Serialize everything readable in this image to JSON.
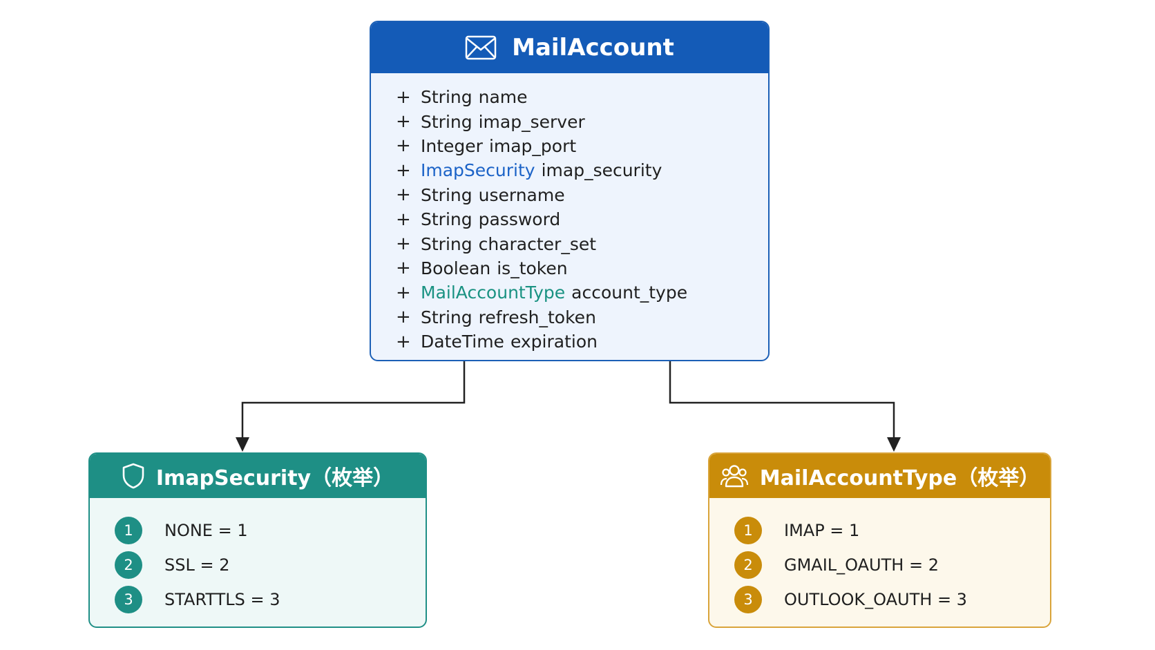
{
  "colors": {
    "main_header": "#145bb7",
    "main_border": "#1b5fb6",
    "main_body": "#eef4fd",
    "type_blue": "#1c63c7",
    "type_teal": "#1a9282",
    "left_header": "#1e8f85",
    "left_body": "#eef8f7",
    "right_header": "#c98c0a",
    "right_body": "#fdf8eb",
    "connector": "#222222"
  },
  "main_class": {
    "icon": "envelope-icon",
    "title": "MailAccount",
    "fields": [
      {
        "marker": "+",
        "type": "String",
        "name": "name",
        "style": "plain"
      },
      {
        "marker": "+",
        "type": "String",
        "name": "imap_server",
        "style": "plain"
      },
      {
        "marker": "+",
        "type": "Integer",
        "name": "imap_port",
        "style": "plain"
      },
      {
        "marker": "+",
        "type": "ImapSecurity",
        "name": "imap_security",
        "style": "blue"
      },
      {
        "marker": "+",
        "type": "String",
        "name": "username",
        "style": "plain"
      },
      {
        "marker": "+",
        "type": "String",
        "name": "password",
        "style": "plain"
      },
      {
        "marker": "+",
        "type": "String",
        "name": "character_set",
        "style": "plain"
      },
      {
        "marker": "+",
        "type": "Boolean",
        "name": "is_token",
        "style": "plain"
      },
      {
        "marker": "+",
        "type": "MailAccountType",
        "name": "account_type",
        "style": "teal"
      },
      {
        "marker": "+",
        "type": "String",
        "name": "refresh_token",
        "style": "plain"
      },
      {
        "marker": "+",
        "type": "DateTime",
        "name": "expiration",
        "style": "plain"
      }
    ]
  },
  "enums": {
    "imap_security": {
      "icon": "shield-icon",
      "title": "ImapSecurity（枚举）",
      "items": [
        {
          "num": "1",
          "label": "NONE = 1"
        },
        {
          "num": "2",
          "label": "SSL = 2"
        },
        {
          "num": "3",
          "label": "STARTTLS = 3"
        }
      ]
    },
    "mail_account_type": {
      "icon": "users-icon",
      "title": "MailAccountType（枚举）",
      "items": [
        {
          "num": "1",
          "label": "IMAP = 1"
        },
        {
          "num": "2",
          "label": "GMAIL_OAUTH = 2"
        },
        {
          "num": "3",
          "label": "OUTLOOK_OAUTH = 3"
        }
      ]
    }
  }
}
